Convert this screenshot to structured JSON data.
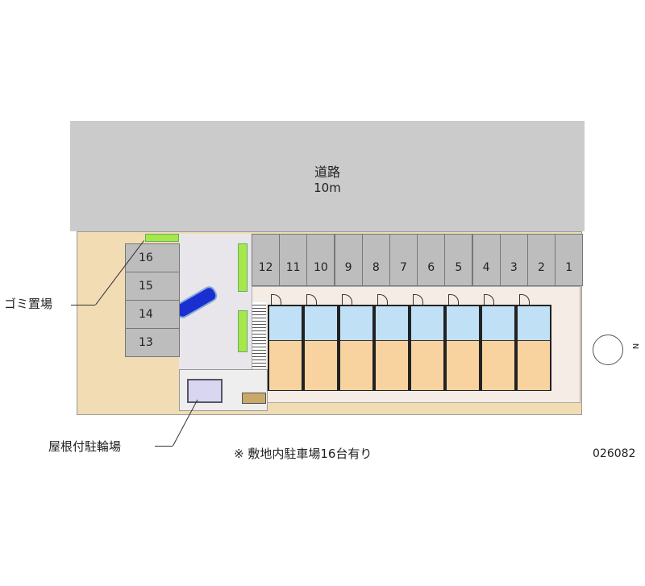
{
  "road": {
    "name": "道路",
    "width": "10m"
  },
  "parking_right": [
    "12",
    "11",
    "10",
    "9",
    "8",
    "7",
    "6",
    "5",
    "4",
    "3",
    "2",
    "1"
  ],
  "parking_left": [
    "16",
    "15",
    "14",
    "13"
  ],
  "labels": {
    "garbage": "ゴミ置場",
    "bicycle": "屋根付駐輪場",
    "note": "※ 敷地内駐車場16台有り",
    "code": "026082"
  },
  "units": 8,
  "compass": {
    "north": "N"
  },
  "colors": {
    "road": "#cbcbcb",
    "lot": "#f1dcb4",
    "parking": "#bdbdbd",
    "wet_area": "#bfe0f5",
    "room": "#f8d3a0",
    "car": "#1a2fd0"
  }
}
